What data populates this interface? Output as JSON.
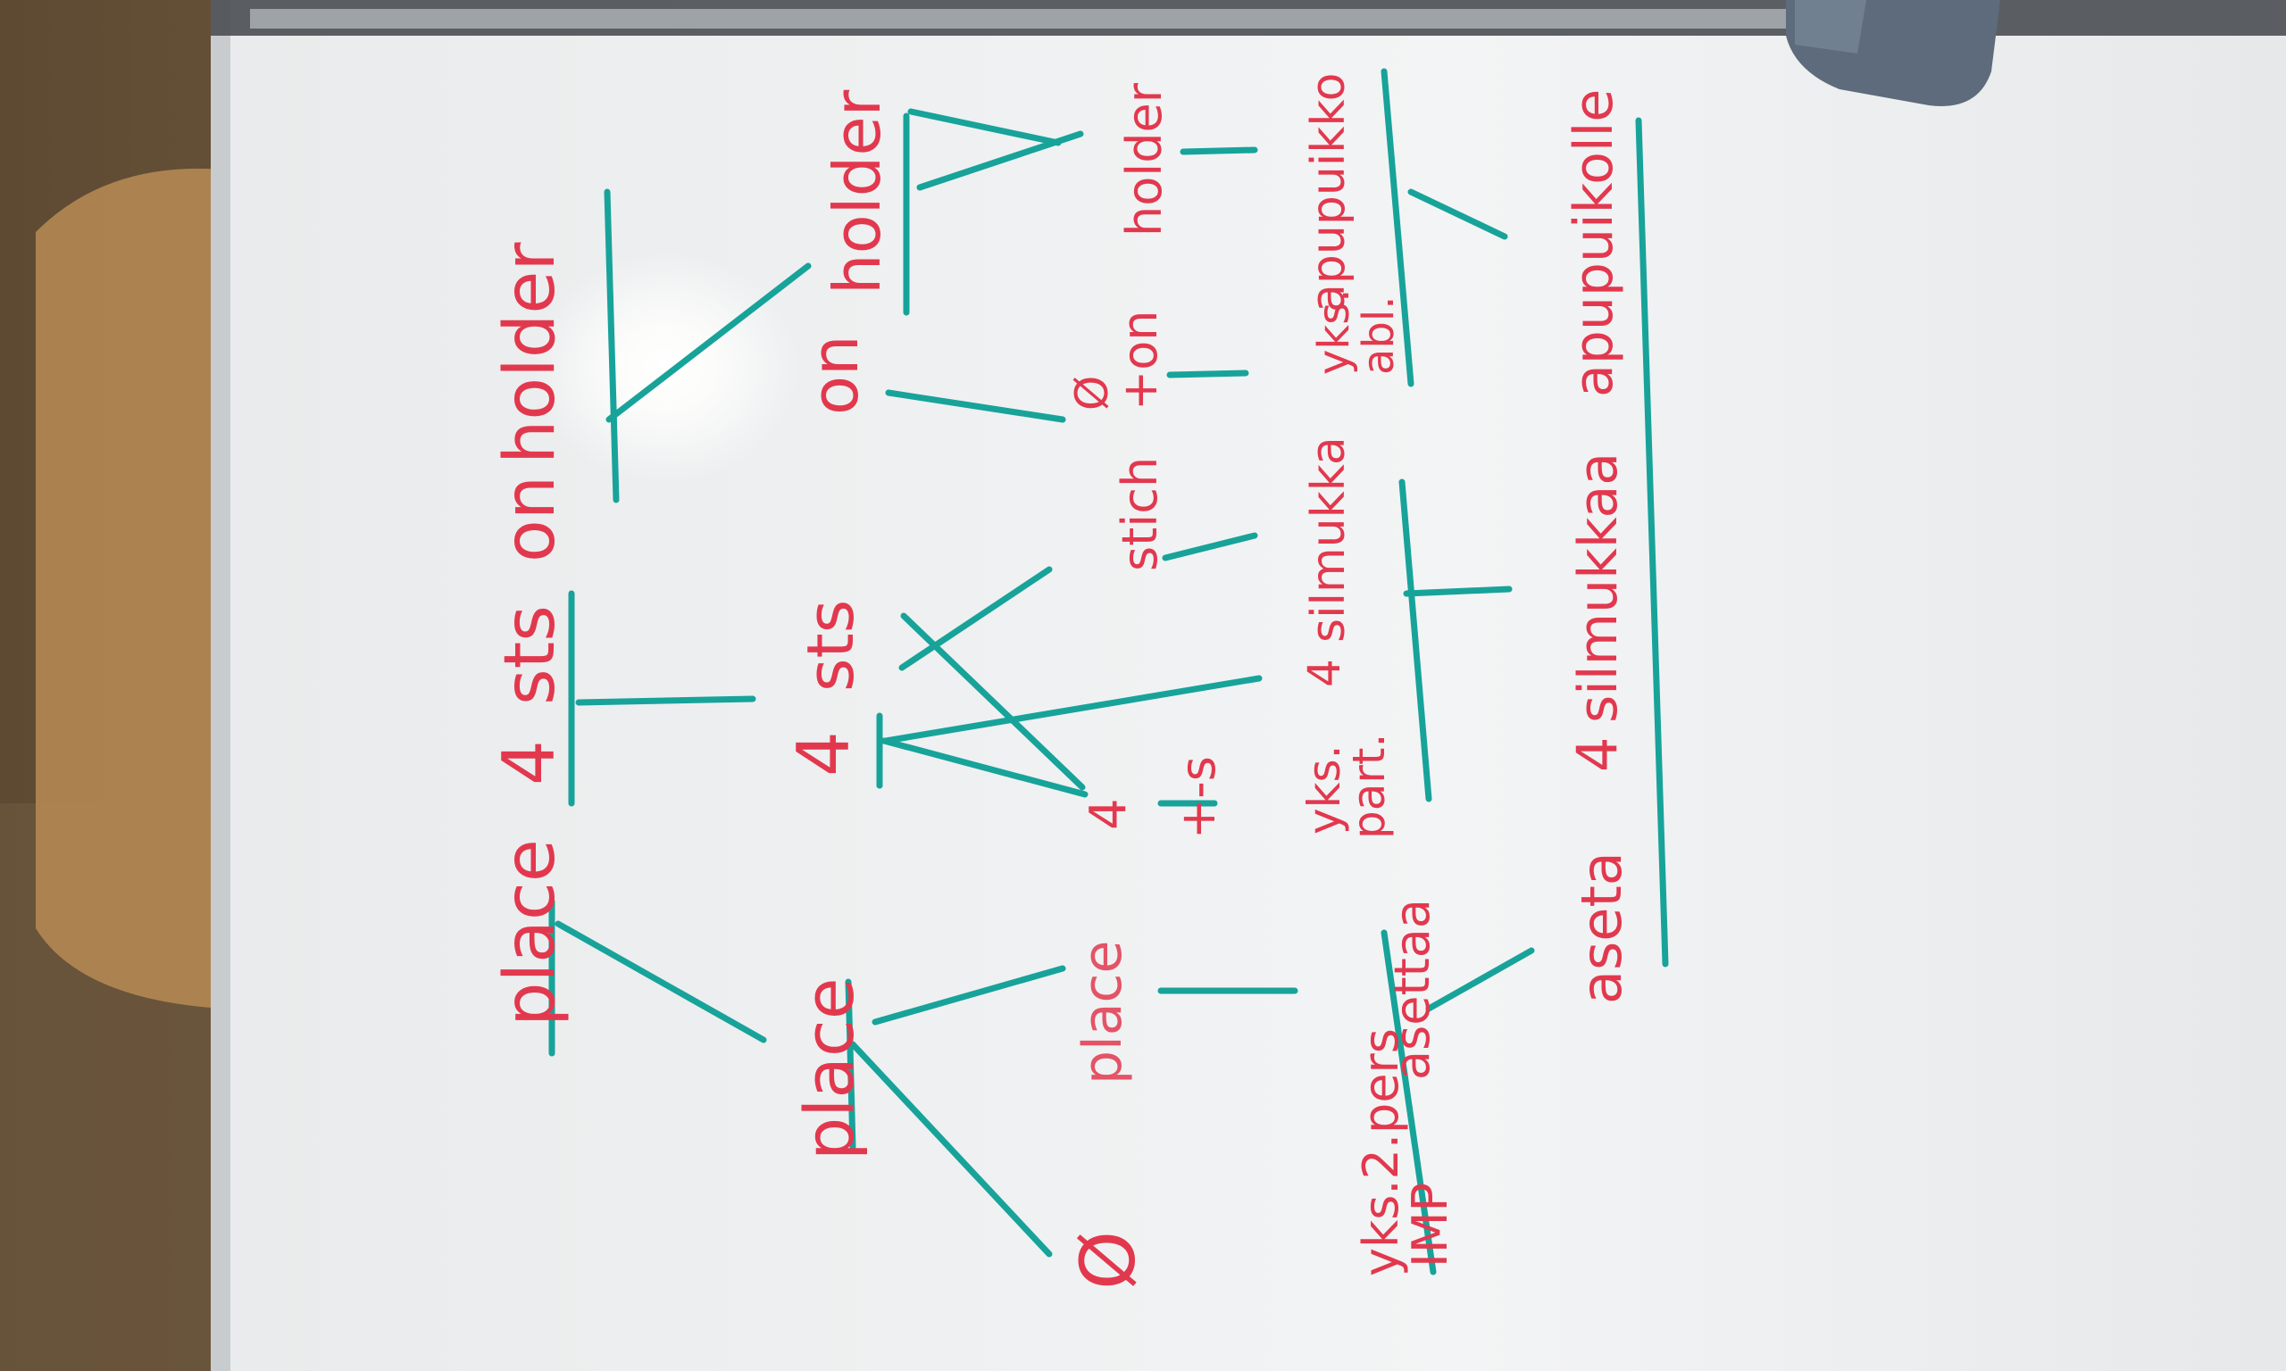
{
  "colors": {
    "ink_red": "#e2384e",
    "ink_teal": "#17a39a",
    "board": "#eef0f1",
    "frame": "#cfd2d4",
    "wood": "#8a6b45",
    "eraser": "#5d6b7c"
  },
  "board": {
    "rows": [
      {
        "name": "english-1",
        "words": [
          "place",
          "4",
          "sts",
          "on",
          "holder"
        ]
      },
      {
        "name": "english-2",
        "words": [
          "place",
          "4",
          "sts",
          "on",
          "holder"
        ]
      },
      {
        "name": "english-3",
        "words": [
          "place",
          "4",
          "+-s",
          "stich",
          "+on",
          "holder"
        ]
      },
      {
        "name": "finnish-1",
        "words": [
          "yks.2.pers",
          "IMP",
          "asettaa",
          "yks.",
          "part.",
          "4",
          "silmukka",
          "yks.",
          "abl.",
          "apupuikko"
        ]
      },
      {
        "name": "finnish-2",
        "words": [
          "aseta",
          "4",
          "silmukkaa",
          "apupuikolle"
        ]
      }
    ],
    "empty_symbol": "Ø"
  }
}
